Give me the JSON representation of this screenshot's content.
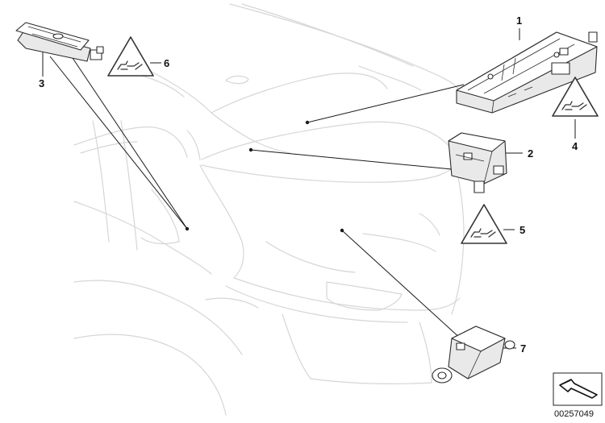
{
  "callouts": [
    {
      "id": "1",
      "label": "1"
    },
    {
      "id": "2",
      "label": "2"
    },
    {
      "id": "3",
      "label": "3"
    },
    {
      "id": "4",
      "label": "4"
    },
    {
      "id": "5",
      "label": "5"
    },
    {
      "id": "6",
      "label": "6"
    },
    {
      "id": "7",
      "label": "7"
    }
  ],
  "warning_icons": [
    {
      "for": "4",
      "icon": "electrical-connector-warning-icon"
    },
    {
      "for": "5",
      "icon": "electrical-connector-warning-icon"
    },
    {
      "for": "6",
      "icon": "electrical-connector-warning-icon"
    }
  ],
  "footer": {
    "document_number": "00257049",
    "orientation_icon": "direction-arrow-icon"
  },
  "colors": {
    "vehicle_outline": "#d6d6d6",
    "part_outline": "#2b2b2b",
    "text": "#111111"
  }
}
